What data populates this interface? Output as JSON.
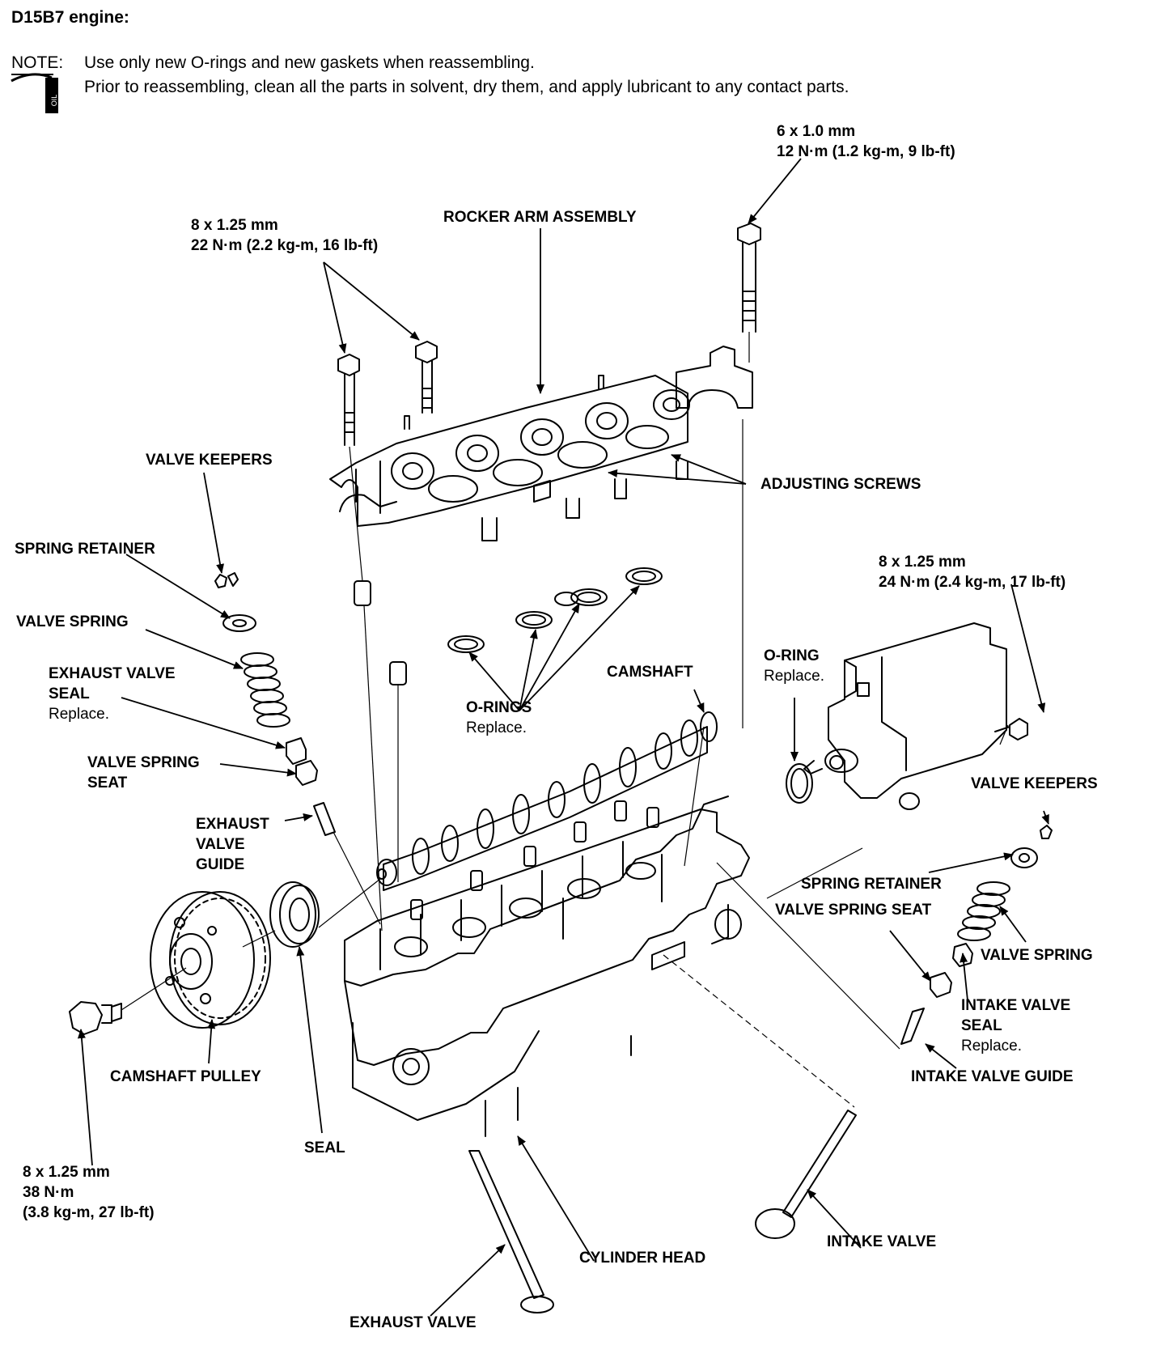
{
  "header": {
    "title": "D15B7 engine:"
  },
  "note": {
    "label": "NOTE:",
    "line1": "Use only new O-rings and new gaskets when reassembling.",
    "line2": "Prior to reassembling, clean all the parts in solvent, dry them, and apply lubricant to any contact parts.",
    "icon_text": "OIL"
  },
  "labels": {
    "bolt_top_right": {
      "size": "6 x 1.0 mm",
      "torque": "12 N·m (1.2 kg-m, 9 lb-ft)"
    },
    "bolt_rocker": {
      "size": "8 x 1.25 mm",
      "torque": "22 N·m (2.2 kg-m, 16 lb-ft)"
    },
    "rocker_arm_assembly": "ROCKER ARM ASSEMBLY",
    "valve_keepers_left": "VALVE KEEPERS",
    "adjusting_screws": "ADJUSTING SCREWS",
    "spring_retainer_left": "SPRING RETAINER",
    "bolt_distributor": {
      "size": "8 x 1.25 mm",
      "torque": "24 N·m (2.4 kg-m, 17 lb-ft)"
    },
    "valve_spring_left": "VALVE SPRING",
    "o_ring": {
      "title": "O-RING",
      "note": "Replace."
    },
    "exhaust_valve_seal": {
      "line1": "EXHAUST VALVE",
      "line2": "SEAL",
      "note": "Replace."
    },
    "camshaft": "CAMSHAFT",
    "o_rings": {
      "title": "O-RINGS",
      "note": "Replace."
    },
    "valve_spring_seat_left": {
      "line1": "VALVE SPRING",
      "line2": "SEAT"
    },
    "valve_keepers_right": "VALVE KEEPERS",
    "exhaust_valve_guide": {
      "line1": "EXHAUST",
      "line2": "VALVE",
      "line3": "GUIDE"
    },
    "spring_retainer_right": "SPRING RETAINER",
    "valve_spring_seat_right": "VALVE SPRING SEAT",
    "valve_spring_right": "VALVE SPRING",
    "intake_valve_seal": {
      "line1": "INTAKE VALVE",
      "line2": "SEAL",
      "note": "Replace."
    },
    "camshaft_pulley": "CAMSHAFT PULLEY",
    "intake_valve_guide": "INTAKE VALVE GUIDE",
    "seal": "SEAL",
    "bolt_pulley": {
      "size": "8 x 1.25 mm",
      "torque_line1": "38 N·m",
      "torque_line2": "(3.8 kg-m, 27 lb-ft)"
    },
    "cylinder_head": "CYLINDER HEAD",
    "intake_valve": "INTAKE VALVE",
    "exhaust_valve": "EXHAUST VALVE"
  }
}
